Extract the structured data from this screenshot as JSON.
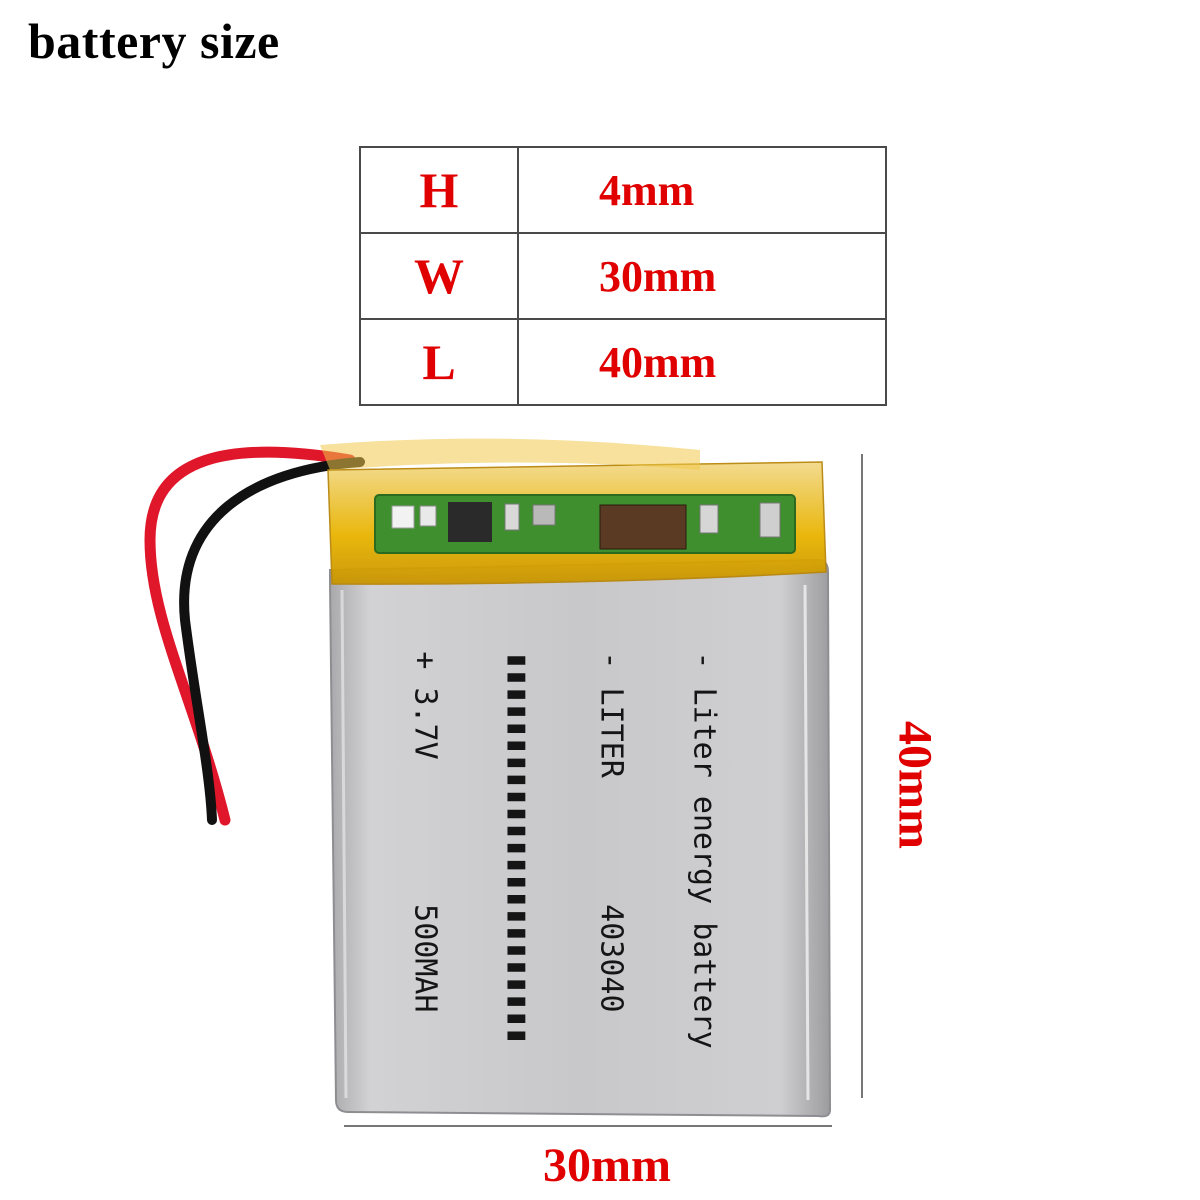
{
  "title": "battery size",
  "dimensions_table": [
    {
      "key": "H",
      "value": "4mm"
    },
    {
      "key": "W",
      "value": "30mm"
    },
    {
      "key": "L",
      "value": "40mm"
    }
  ],
  "dimension_labels": {
    "width": "30mm",
    "length": "40mm"
  },
  "battery_label": {
    "line1": "- Liter energy battery",
    "line2": "- LITER       403040",
    "line3": "+ 3.7V        500MAH"
  },
  "colors": {
    "accent_red": "#e00000",
    "cell_silver": "#c9c9cb",
    "kapton_yellow": "#e8b400",
    "pcb_green": "#3f8f2e",
    "wire_red": "#e0162a",
    "wire_black": "#111111"
  }
}
